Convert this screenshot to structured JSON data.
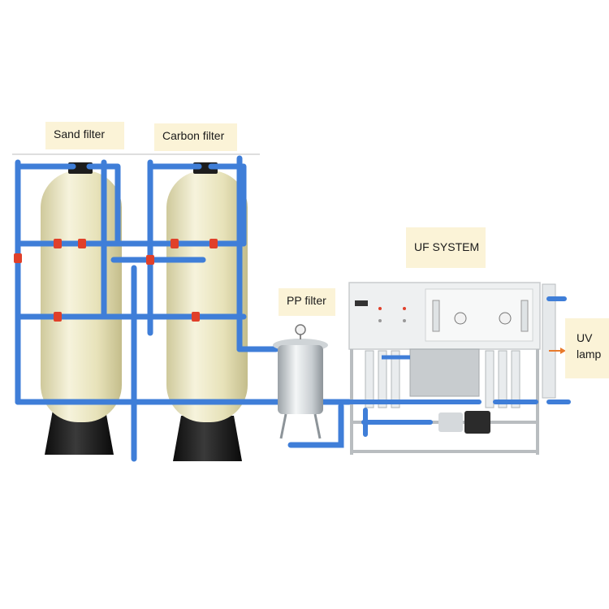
{
  "labels": {
    "sand_filter": "Sand filter",
    "carbon_filter": "Carbon filter",
    "uf_system": "UF SYSTEM",
    "pp_filter": "PP filter",
    "uv_lamp_line1": "UV",
    "uv_lamp_line2": "lamp"
  },
  "colors": {
    "label_bg": "#fbf3d7",
    "pipe": "#3f7ed8",
    "valve": "#e0402a",
    "tank": "#eeeac8",
    "tank_base": "#1e1e1e",
    "steel": "#d9dde0",
    "panel": "#eef0f1",
    "arrow": "#e87a2c"
  }
}
